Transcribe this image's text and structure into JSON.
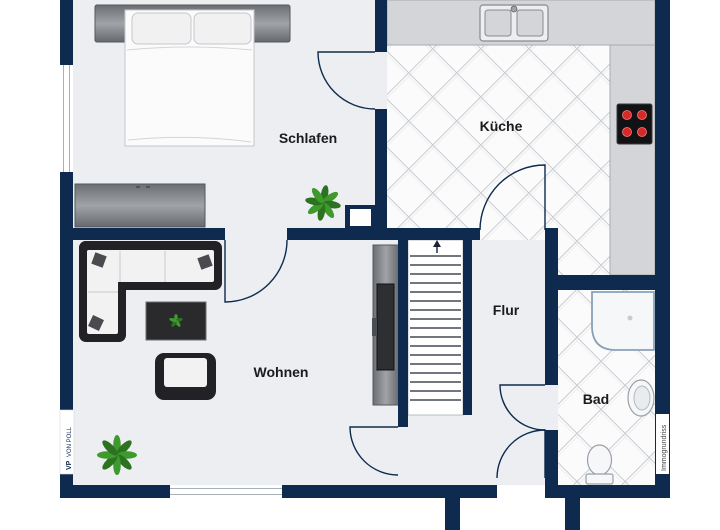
{
  "rooms": {
    "schlafen": "Schlafen",
    "kueche": "Küche",
    "flur": "Flur",
    "wohnen": "Wohnen",
    "bad": "Bad"
  },
  "watermark": "Immogrundriss",
  "logo": {
    "monogram": "VP",
    "name": "VON POLL"
  },
  "colors": {
    "wall": "#0e2a4e",
    "floor": "#eceef1",
    "tile_line": "#c8cbd0",
    "counter": "#d4d5d8",
    "plant": "#3f9a2e",
    "plant_dark": "#2c7220",
    "furniture_dark": "#222226",
    "label": "#1b1b1b",
    "stove_burner": "#d42a2a"
  }
}
